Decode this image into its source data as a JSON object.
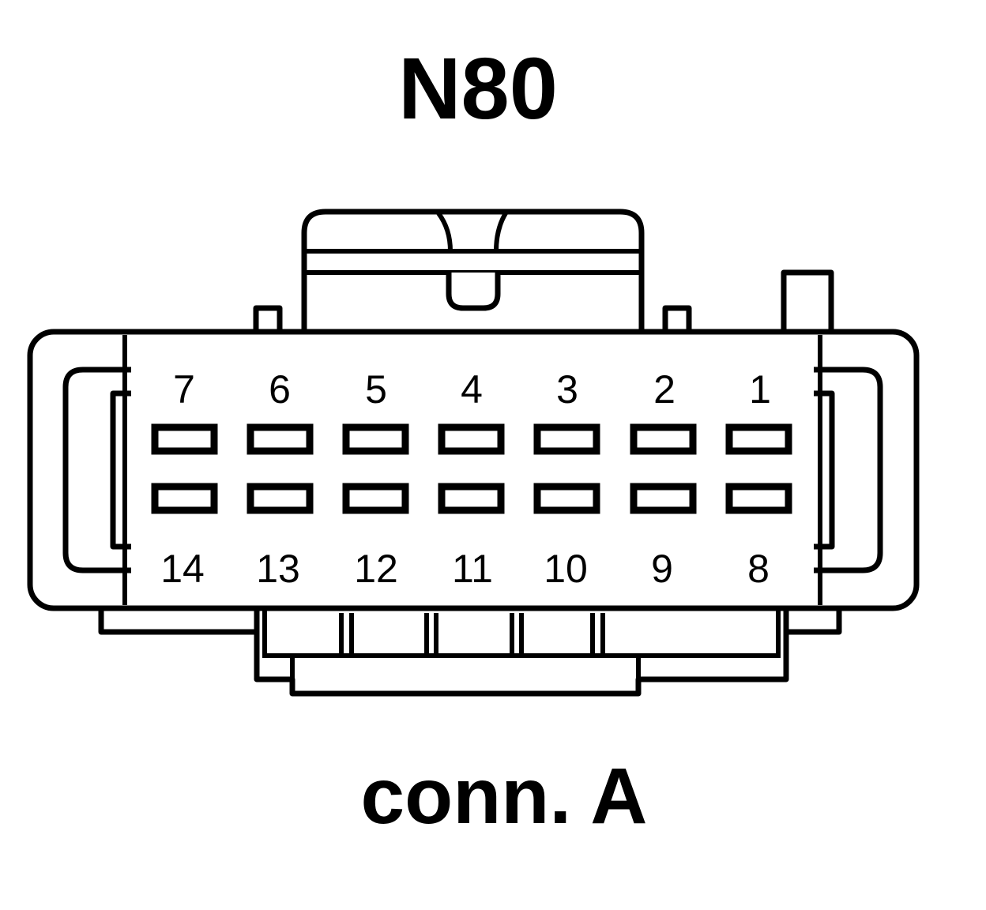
{
  "diagram": {
    "title": "N80",
    "subtitle": "conn. A",
    "colors": {
      "line": "#000000",
      "background": "#ffffff"
    },
    "pins": {
      "top_row": [
        "7",
        "6",
        "5",
        "4",
        "3",
        "2",
        "1"
      ],
      "bottom_row": [
        "14",
        "13",
        "12",
        "11",
        "10",
        "9",
        "8"
      ]
    }
  }
}
